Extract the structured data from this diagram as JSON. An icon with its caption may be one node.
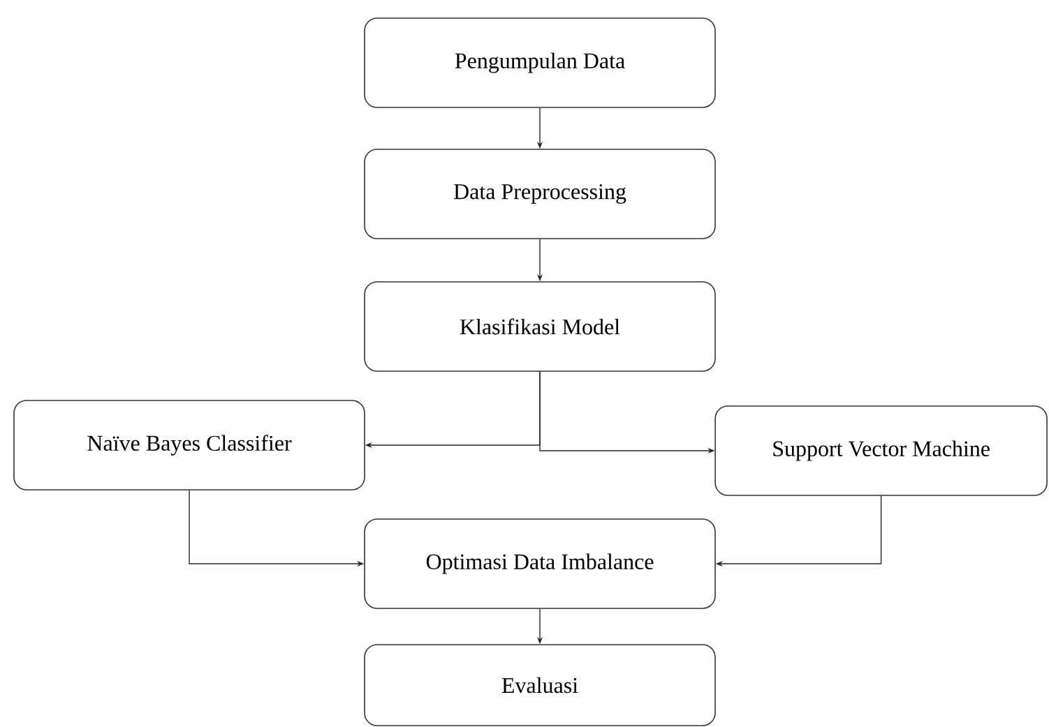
{
  "diagram": {
    "nodes": [
      {
        "text": [
          "Pengumpulan Data"
        ]
      },
      {
        "text": [
          "Data Preprocessing"
        ]
      },
      {
        "text": [
          "Klasifikasi Model"
        ]
      },
      {
        "text": [
          "Naïve Bayes Classifier"
        ]
      },
      {
        "text": [
          "Support Vector Machine"
        ]
      },
      {
        "text": [
          "Optimasi Data Imbalance"
        ]
      },
      {
        "text": [
          "Evaluasi"
        ]
      }
    ],
    "edges": [
      {
        "from": 0,
        "to": 1,
        "arrow": "to"
      },
      {
        "from": 1,
        "to": 2,
        "arrow": "to"
      },
      {
        "from": 2,
        "to": 3,
        "arrow": "to"
      },
      {
        "from": 2,
        "to": 4,
        "arrow": "to"
      },
      {
        "from": 3,
        "to": 5,
        "arrow": "to"
      },
      {
        "from": 4,
        "to": 5,
        "arrow": "to"
      },
      {
        "from": 5,
        "to": 6,
        "arrow": "to"
      }
    ]
  }
}
